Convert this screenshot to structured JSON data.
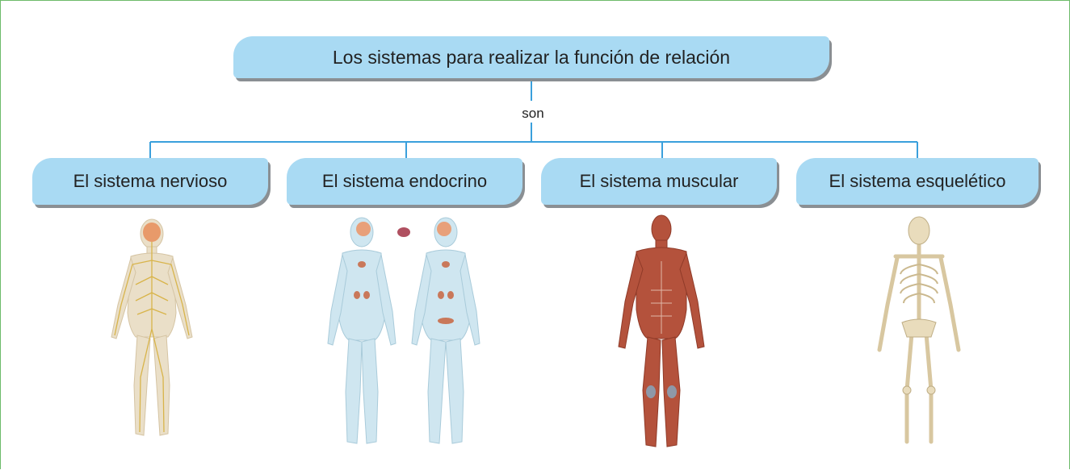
{
  "title": "Los sistemas para realizar la función de relación",
  "connector": "son",
  "systems": [
    {
      "label": "El sistema nervioso"
    },
    {
      "label": "El sistema endocrino"
    },
    {
      "label": "El sistema muscular"
    },
    {
      "label": "El sistema esquelético"
    }
  ],
  "colors": {
    "box": "#a9daf3",
    "line": "#3aa0dc",
    "frame": "#6dbb6a",
    "nerve_body": "#eadfc8",
    "nerve_lines": "#d8b44a",
    "endocrine_body": "#cfe6f0",
    "muscle": "#b4523c",
    "bone": "#e9dcbc"
  }
}
